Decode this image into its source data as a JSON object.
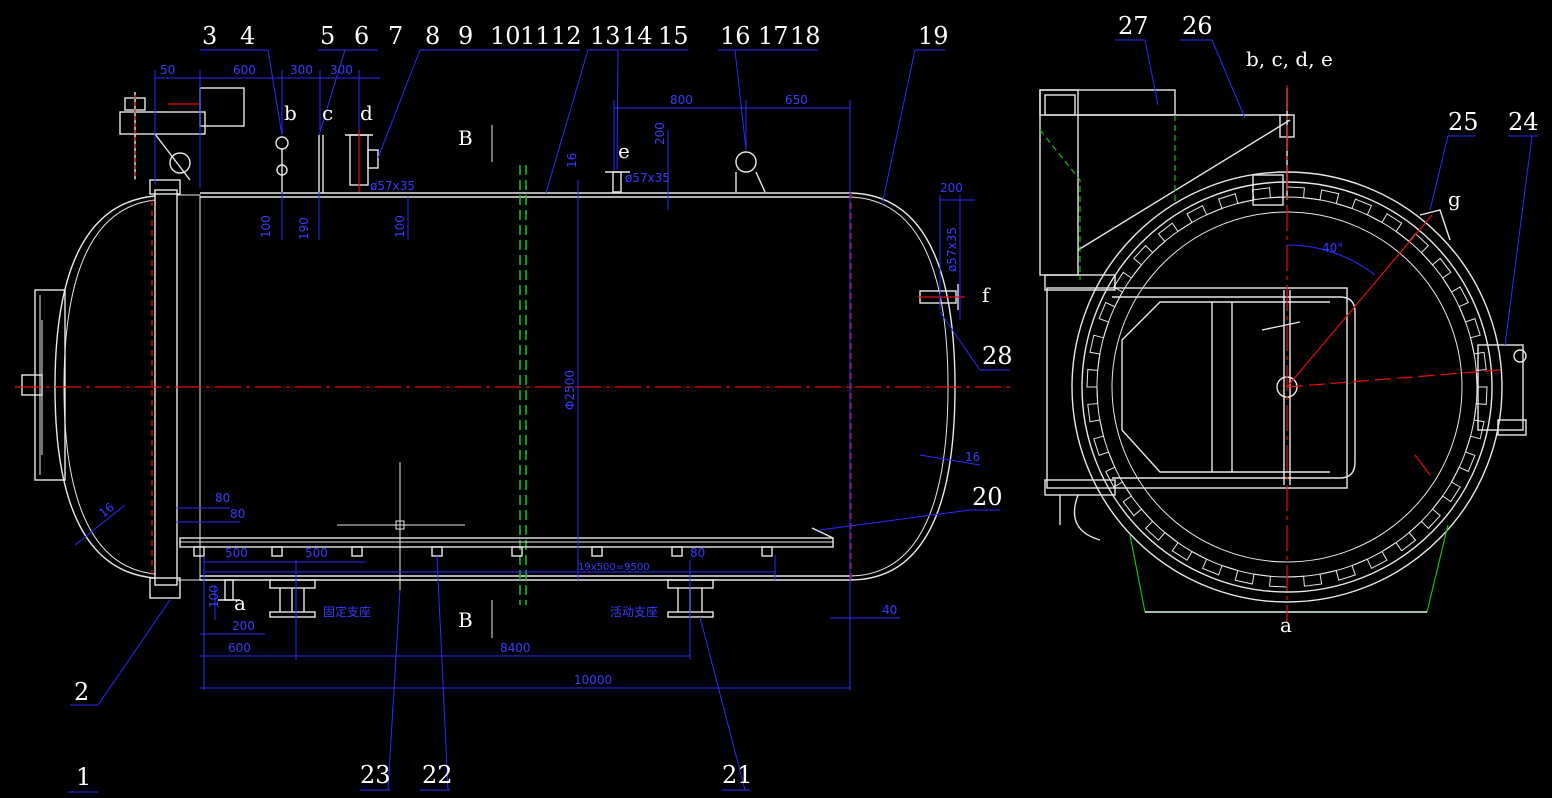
{
  "drawing": {
    "part_numbers_top": [
      "3",
      "4",
      "5",
      "6",
      "7",
      "8",
      "9",
      "10",
      "11",
      "12",
      "13",
      "14",
      "15",
      "16",
      "17",
      "18",
      "19",
      "26",
      "27",
      "25",
      "24"
    ],
    "part_numbers_side": [
      "28",
      "20"
    ],
    "part_numbers_bottom": [
      "1",
      "2",
      "23",
      "22",
      "21"
    ],
    "letters": {
      "b": "b",
      "c": "c",
      "d": "d",
      "e": "e",
      "f": "f",
      "a_left": "a",
      "a_right": "a",
      "g": "g",
      "combo": "b, c, d, e"
    },
    "section": {
      "top": "B",
      "bottom": "B"
    },
    "dims_top": [
      "50",
      "600",
      "300",
      "300",
      "800",
      "650"
    ],
    "dims_vertical": [
      "100",
      "190",
      "100",
      "200",
      "ø57x35",
      "Φ2500"
    ],
    "dims_small": [
      "ø57x35",
      "ø57x35",
      "200",
      "16",
      "16",
      "16",
      "40°"
    ],
    "dims_bottom": [
      "80",
      "80",
      "500",
      "500",
      "80",
      "19x500=9500",
      "100",
      "200",
      "600",
      "8400",
      "10000",
      "40"
    ],
    "notes": {
      "fixed_support": "固定支座",
      "sliding_support": "活动支座"
    }
  }
}
